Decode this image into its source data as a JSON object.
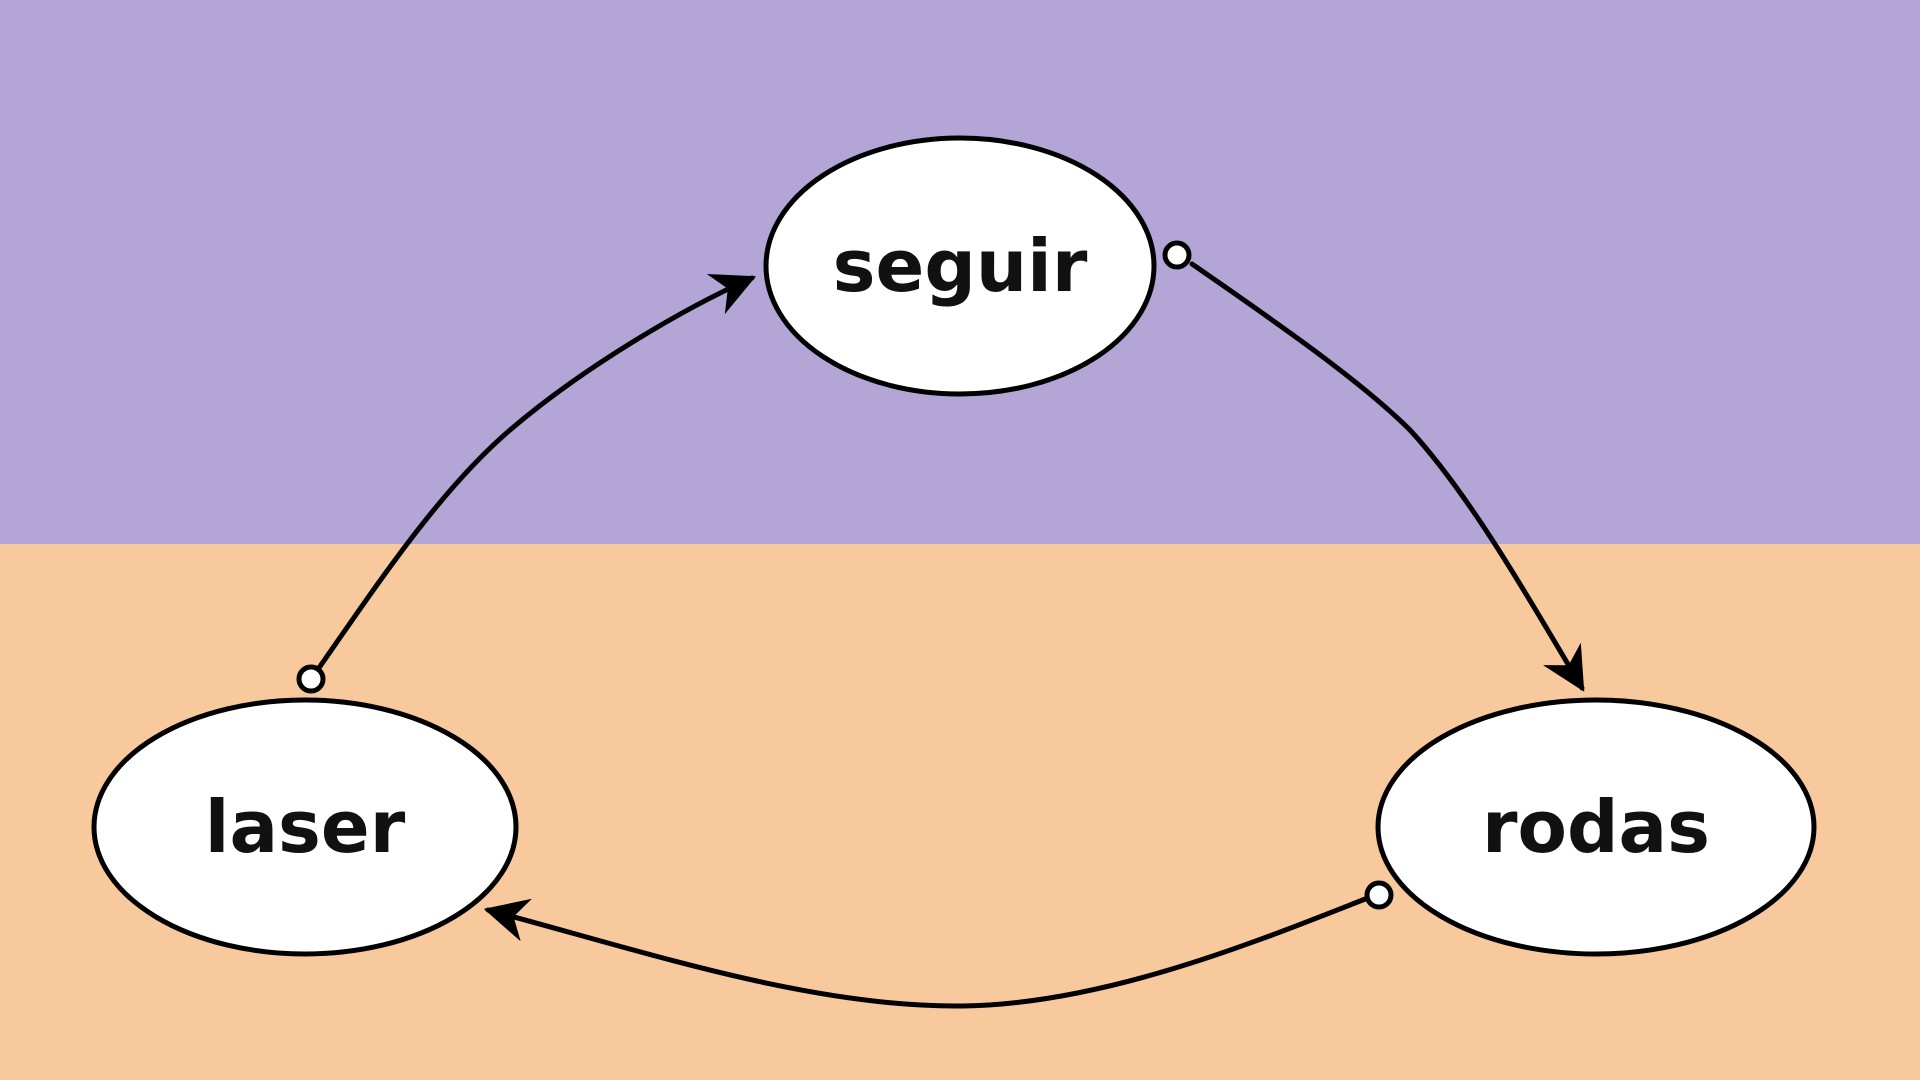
{
  "colors": {
    "upper_region": "#b3a6d6",
    "lower_region": "#f7c99c",
    "node_fill": "#ffffff",
    "stroke": "#000000"
  },
  "nodes": {
    "seguir": {
      "label": "seguir"
    },
    "laser": {
      "label": "laser"
    },
    "rodas": {
      "label": "rodas"
    }
  },
  "edges": [
    {
      "from": "laser",
      "to": "seguir"
    },
    {
      "from": "seguir",
      "to": "rodas"
    },
    {
      "from": "rodas",
      "to": "laser"
    }
  ]
}
